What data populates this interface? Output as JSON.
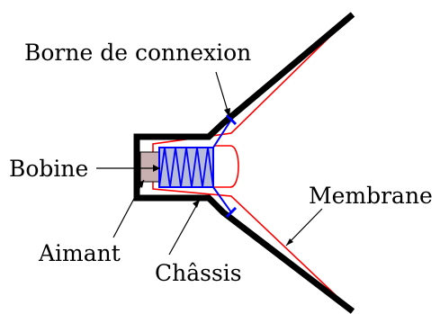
{
  "labels": {
    "terminal": "Borne de connexion",
    "coil": "Bobine",
    "membrane": "Membrane",
    "magnet": "Aimant",
    "chassis": "Châssis"
  },
  "colors": {
    "chassis": "#000000",
    "membrane": "#ff0000",
    "coil": "#0000ff",
    "magnet_fill": "#c8b0b0",
    "coil_fill": "#b7bdd6",
    "text": "#000000"
  }
}
